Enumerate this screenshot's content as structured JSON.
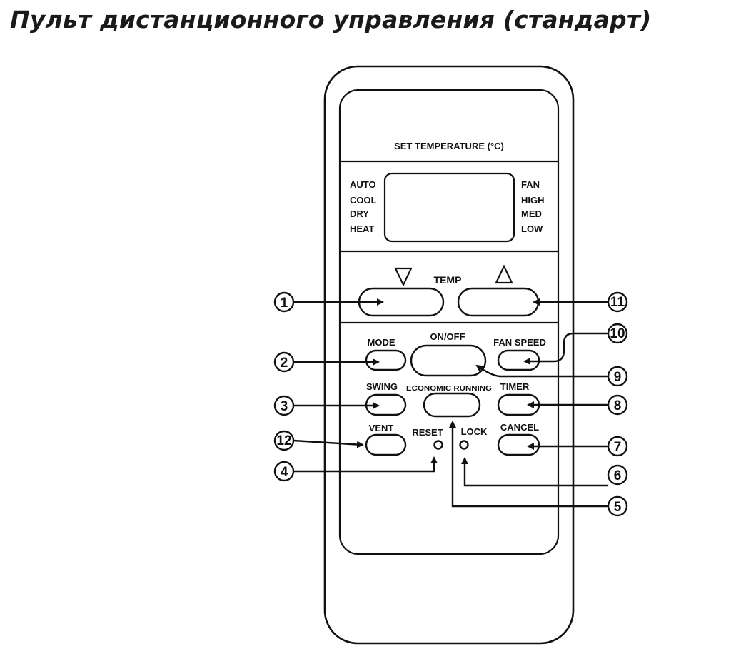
{
  "title": "Пульт дистанционного управления (стандарт)",
  "display": {
    "header": "SET TEMPERATURE (°C)",
    "modes": [
      "AUTO",
      "COOL",
      "DRY",
      "HEAT"
    ],
    "fan": [
      "FAN",
      "HIGH",
      "MED",
      "LOW"
    ]
  },
  "labels": {
    "temp": "TEMP",
    "temp_down": "∇",
    "temp_up": "Δ",
    "mode": "MODE",
    "on_off": "ON/OFF",
    "fan_speed": "FAN SPEED",
    "swing": "SWING",
    "economic_running": "ECONOMIC RUNNING",
    "timer": "TIMER",
    "vent": "VENT",
    "reset": "RESET",
    "lock": "LOCK",
    "cancel": "CANCEL"
  },
  "callouts": [
    "1",
    "2",
    "3",
    "4",
    "5",
    "6",
    "7",
    "8",
    "9",
    "10",
    "11",
    "12"
  ]
}
